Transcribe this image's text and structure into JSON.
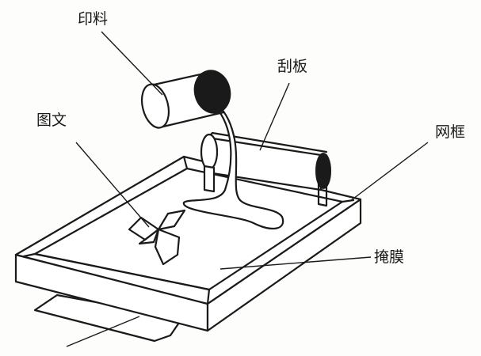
{
  "labels": {
    "ink": "印料",
    "squeegee": "刮板",
    "image": "图文",
    "frame": "网框",
    "mask": "掩膜"
  },
  "colors": {
    "ink_line": "#1a1a1a",
    "paper": "#fdfdfb"
  }
}
